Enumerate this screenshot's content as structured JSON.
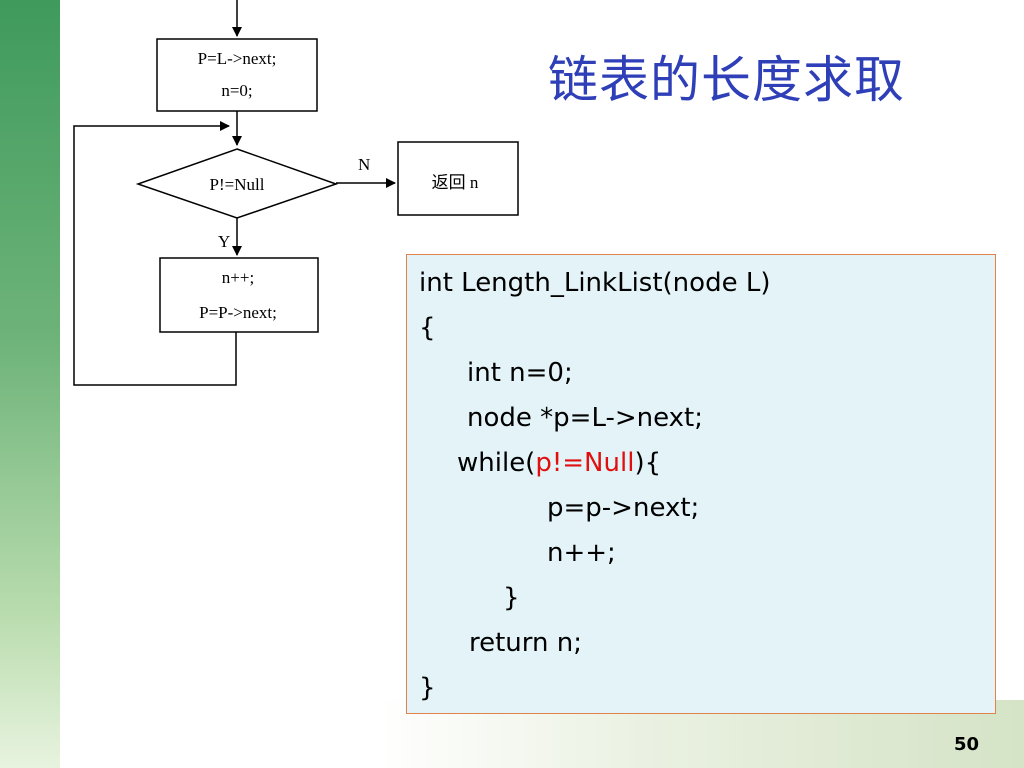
{
  "slide": {
    "title": "链表的长度求取",
    "page_number": "50"
  },
  "flowchart": {
    "init_line1": "P=L->next;",
    "init_line2": "n=0;",
    "condition": "P!=Null",
    "no_label": "N",
    "yes_label": "Y",
    "return_label": "返回 n",
    "body_line1": "n++;",
    "body_line2": "P=P->next;"
  },
  "code": {
    "line1": "int Length_LinkList(node L)",
    "line2": "{",
    "line3": "int n=0;",
    "line4": "node *p=L->next;",
    "line5_pre": "while(",
    "line5_cond": "p!=Null",
    "line5_post": "){",
    "line6": "p=p->next;",
    "line7": "n++;",
    "line8": "}",
    "line9": "return n;",
    "line10": "}"
  },
  "colors": {
    "title": "#2e3fb8",
    "code_background": "#e3f3f8",
    "code_border": "#e0834a",
    "highlight": "#e01010",
    "side_band": "#3f9a5c"
  }
}
